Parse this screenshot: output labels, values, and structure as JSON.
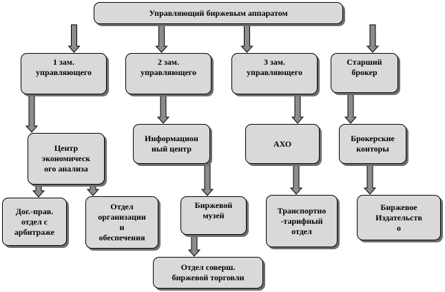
{
  "diagram": {
    "nodes": {
      "root": "Управляющий биржевым аппаратом",
      "dep1": "1 зам.\nуправляющего",
      "dep2": "2 зам.\nуправляющего",
      "dep3": "3 зам.\nуправляющего",
      "senior": "Старший\nброкер",
      "econ": "Центр\nэкономическ\nого анализа",
      "info": "Информацион\nный центр",
      "aho": "АХО",
      "brokers": "Брокерские\nконторы",
      "legal": "Дог.-прав.\nотдел с\nарбитраже",
      "org": "Отдел\nорганизации\nи\nобеспечения",
      "museum": "Биржевой\nмузей",
      "transport": "Транспортно\n-тарифный\nотдел",
      "publishing": "Биржевое\nИздательств\nо",
      "improve": "Отдел соверш.\nбиржевой торговли"
    },
    "edges": [
      [
        "root",
        "dep1"
      ],
      [
        "root",
        "dep2"
      ],
      [
        "root",
        "dep3"
      ],
      [
        "root",
        "senior"
      ],
      [
        "dep1",
        "econ"
      ],
      [
        "dep2",
        "info"
      ],
      [
        "dep3",
        "aho"
      ],
      [
        "senior",
        "brokers"
      ],
      [
        "econ",
        "legal"
      ],
      [
        "info",
        "org"
      ],
      [
        "info",
        "museum"
      ],
      [
        "aho",
        "transport"
      ],
      [
        "brokers",
        "publishing"
      ],
      [
        "museum",
        "improve"
      ]
    ],
    "colors": {
      "box_fill": "#d9d9d9",
      "arrow_fill": "#8c8c8c",
      "shadow": "#6e6e6e"
    }
  }
}
